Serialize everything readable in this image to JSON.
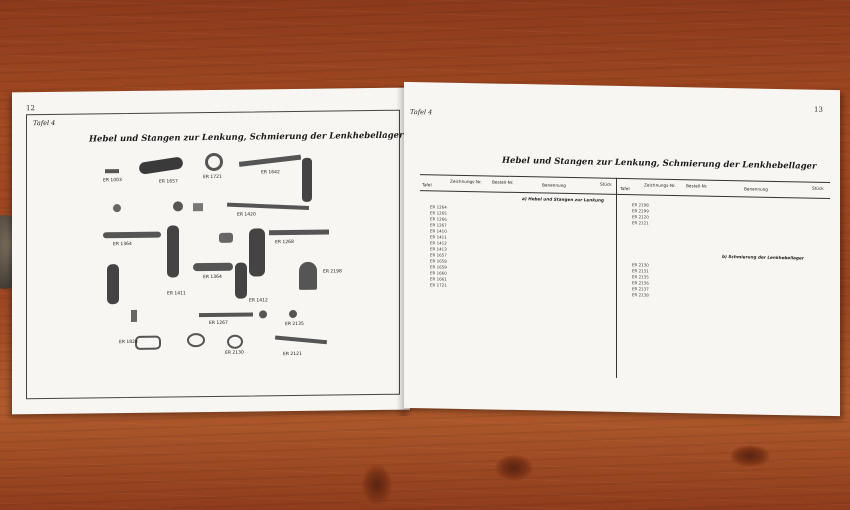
{
  "book": {
    "left_page": {
      "page_number": "12",
      "tafel": "Tafel 4",
      "heading": "Hebel und Stangen zur Lenkung, Schmierung der Lenkhebellager",
      "part_labels": [
        "ER 1003",
        "ER 1657",
        "ER 1721",
        "ER 1642",
        "ER 1420",
        "ER 2198",
        "ER 1364",
        "ER 1412",
        "ER 1268",
        "ER 1411",
        "ER 1267",
        "ER 2135",
        "ER 2121",
        "ER 2130",
        "ER 1824"
      ]
    },
    "right_page": {
      "page_number": "13",
      "tafel": "Tafel 4",
      "heading": "Hebel und Stangen zur Lenkung, Schmierung der Lenkhebellager",
      "col_headers_left": [
        "Tafel",
        "Zeichnungs-Nr.",
        "Bestell-Nr.",
        "Benennung",
        "Stück"
      ],
      "col_headers_right": [
        "Tafel",
        "Zeichnungs-Nr.",
        "Bestell-Nr.",
        "Benennung",
        "Stück"
      ],
      "section_a": "a) Hebel und Stangen zur Lenkung",
      "section_b": "b) Schmierung der Lenkhebellager",
      "rows_left": [
        "ER 1264",
        "ER 1265",
        "ER 1266",
        "ER 1267",
        "ER 1410",
        "ER 1411",
        "ER 1412",
        "ER 1413",
        "ER 1657",
        "ER 1658",
        "ER 1659",
        "ER 1660",
        "ER 1661",
        "ER 1721"
      ],
      "rows_right": [
        "ER 2198",
        "ER 2199",
        "ER 2120",
        "ER 2121",
        "ER 2130",
        "ER 2131",
        "ER 2135",
        "ER 2136",
        "ER 2137",
        "ER 2138"
      ]
    }
  }
}
